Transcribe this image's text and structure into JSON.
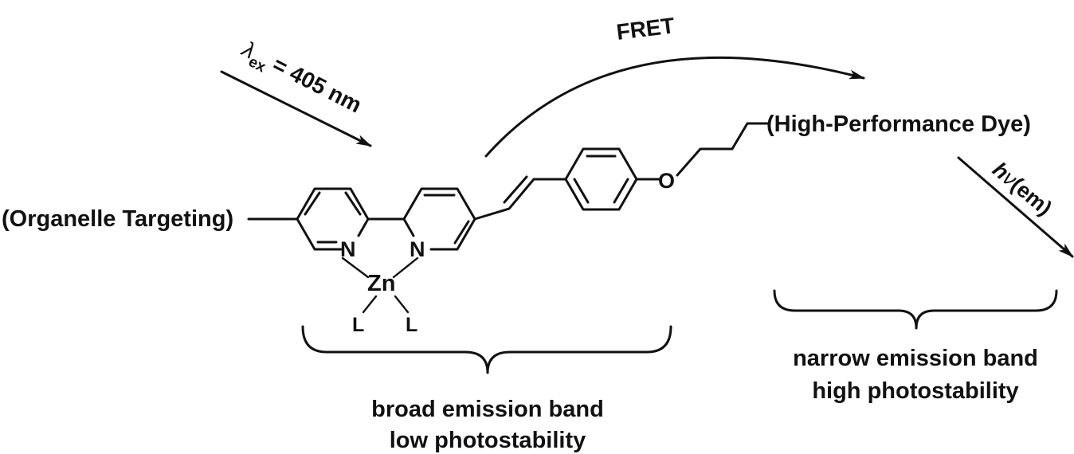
{
  "labels": {
    "excitation_lambda": "λ",
    "excitation_sub": "ex",
    "excitation_value": " = 405 nm",
    "fret": "FRET",
    "organelle": "(Organelle Targeting)",
    "dye": "(High-Performance Dye)",
    "emission_h": "h",
    "emission_nu": "ν",
    "emission_em": "(em)",
    "atom_n1": "N",
    "atom_n2": "N",
    "atom_zn": "Zn",
    "atom_l1": "L",
    "atom_l2": "L",
    "atom_o": "O"
  },
  "left_caption": {
    "line1": "broad emission band",
    "line2": "low photostability"
  },
  "right_caption": {
    "line1": "narrow emission band",
    "line2": "high photostability"
  },
  "colors": {
    "ink": "#111111",
    "background": "#ffffff"
  }
}
